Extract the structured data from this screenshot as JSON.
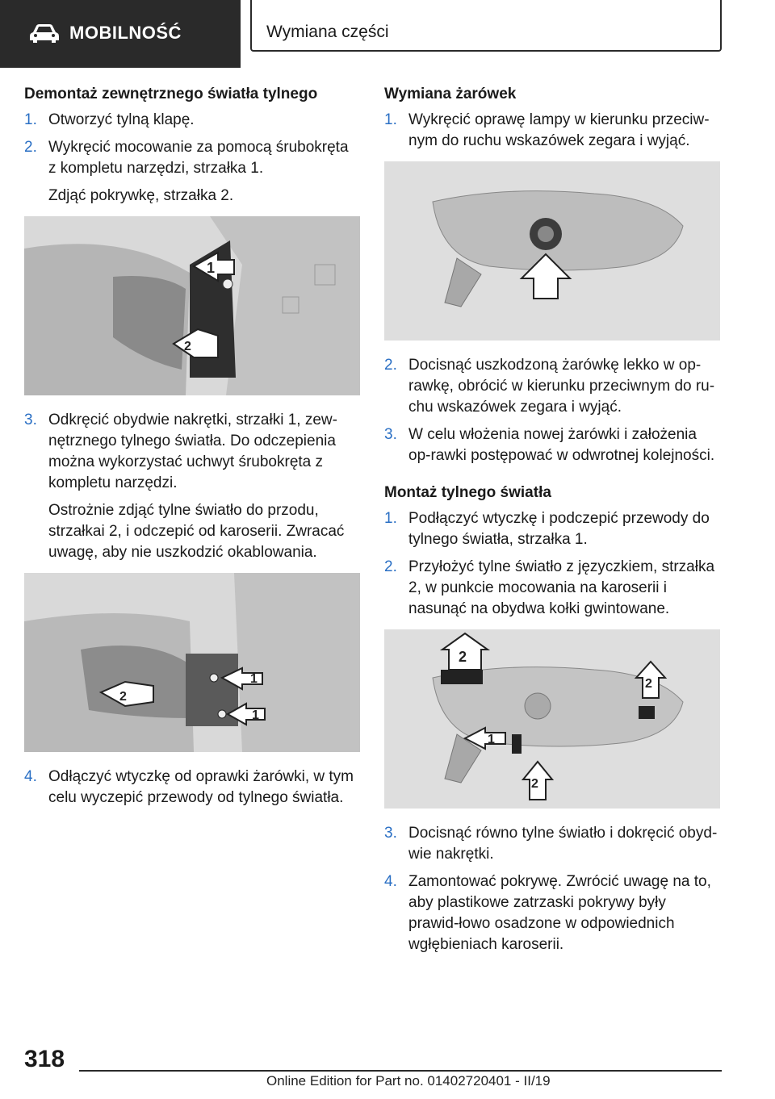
{
  "header": {
    "section": "MOBILNOŚĆ",
    "section_icon": "car-icon",
    "title": "Wymiana części"
  },
  "left": {
    "heading": "Demontaż zewnętrznego światła tylnego",
    "step1": {
      "num": "1.",
      "text": "Otworzyć tylną klapę."
    },
    "step2": {
      "num": "2.",
      "text": "Wykręcić mocowanie za pomocą śrubokręta z kompletu narzędzi, strzałka 1."
    },
    "step2_note": "Zdjąć pokrywkę, strzałka 2.",
    "fig1_labels": [
      "1",
      "2"
    ],
    "step3": {
      "num": "3.",
      "text": "Odkręcić obydwie nakrętki, strzałki 1, zew-nętrznego tylnego światła. Do odczepienia można wykorzystać uchwyt śrubokręta z kompletu narzędzi."
    },
    "step3_note": "Ostrożnie zdjąć tylne światło do przodu, strzałkai 2, i odczepić od karoserii. Zwracać uwagę, aby nie uszkodzić okablowania.",
    "fig2_labels": [
      "1",
      "2",
      "1"
    ],
    "step4": {
      "num": "4.",
      "text": "Odłączyć wtyczkę od oprawki żarówki, w tym celu wyczepić przewody od tylnego światła."
    }
  },
  "right": {
    "heading1": "Wymiana żarówek",
    "step1": {
      "num": "1.",
      "text": "Wykręcić oprawę lampy w kierunku przeciw-nym do ruchu wskazówek zegara i wyjąć."
    },
    "step2": {
      "num": "2.",
      "text": "Docisnąć uszkodzoną żarówkę lekko w op-rawkę, obrócić w kierunku przeciwnym do ru-chu wskazówek zegara i wyjąć."
    },
    "step3": {
      "num": "3.",
      "text": "W celu włożenia nowej żarówki i założenia op-rawki postępować w odwrotnej kolejności."
    },
    "heading2": "Montaż tylnego światła",
    "m_step1": {
      "num": "1.",
      "text": "Podłączyć wtyczkę i podczepić przewody do tylnego światła, strzałka 1."
    },
    "m_step2": {
      "num": "2.",
      "text": "Przyłożyć tylne światło z języczkiem, strzałka 2, w punkcie mocowania na karoserii i nasunąć na obydwa kołki gwintowane."
    },
    "fig4_labels": [
      "2",
      "2",
      "1",
      "2"
    ],
    "m_step3": {
      "num": "3.",
      "text": "Docisnąć równo tylne światło i dokręcić obyd-wie nakrętki."
    },
    "m_step4": {
      "num": "4.",
      "text": "Zamontować pokrywę. Zwrócić uwagę na to, aby plastikowe zatrzaski pokrywy były prawid-łowo osadzone w odpowiednich wgłębieniach karoserii."
    }
  },
  "footer": {
    "page": "318",
    "edition": "Online Edition for Part no. 01402720401 - II/19"
  }
}
